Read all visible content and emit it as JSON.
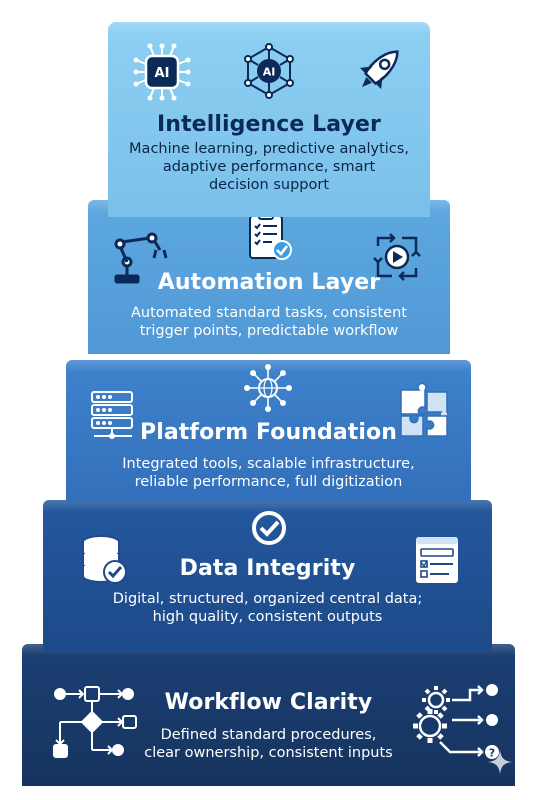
{
  "colors": {
    "intelligence": "#86c9f0",
    "automation": "#58a1dc",
    "platform": "#3a7cc6",
    "data": "#215496",
    "workflow": "#193a6b",
    "icon_dark": "#0b2a58",
    "icon_light": "#ffffff",
    "check_teal": "#3aa0e0"
  },
  "layers": {
    "intelligence": {
      "title": "Intelligence Layer",
      "description": "Machine learning, predictive analytics,\nadaptive performance, smart\ndecision support",
      "icons": [
        "ai-brain-chip-icon",
        "ai-network-icon",
        "rocket-icon"
      ],
      "icon_labels": {
        "chip": "AI",
        "network": "AI"
      }
    },
    "automation": {
      "title": "Automation Layer",
      "description": "Automated standard tasks, consistent\ntrigger points, predictable workflow",
      "icons": [
        "robotic-arm-icon",
        "checklist-clipboard-icon",
        "cycle-play-icon"
      ]
    },
    "platform": {
      "title": "Platform Foundation",
      "description": "Integrated tools, scalable infrastructure,\nreliable performance, full digitization",
      "icons": [
        "server-stack-icon",
        "network-hub-icon",
        "puzzle-icon"
      ]
    },
    "data": {
      "title": "Data Integrity",
      "description": "Digital, structured, organized central data;\nhigh quality, consistent outputs",
      "icons": [
        "database-check-icon",
        "check-circle-icon",
        "form-window-icon"
      ]
    },
    "workflow": {
      "title": "Workflow Clarity",
      "description": "Defined standard procedures,\nclear ownership, consistent inputs",
      "icons": [
        "flowchart-icon",
        "gears-process-icon"
      ],
      "icon_labels": {
        "question": "?"
      }
    }
  }
}
